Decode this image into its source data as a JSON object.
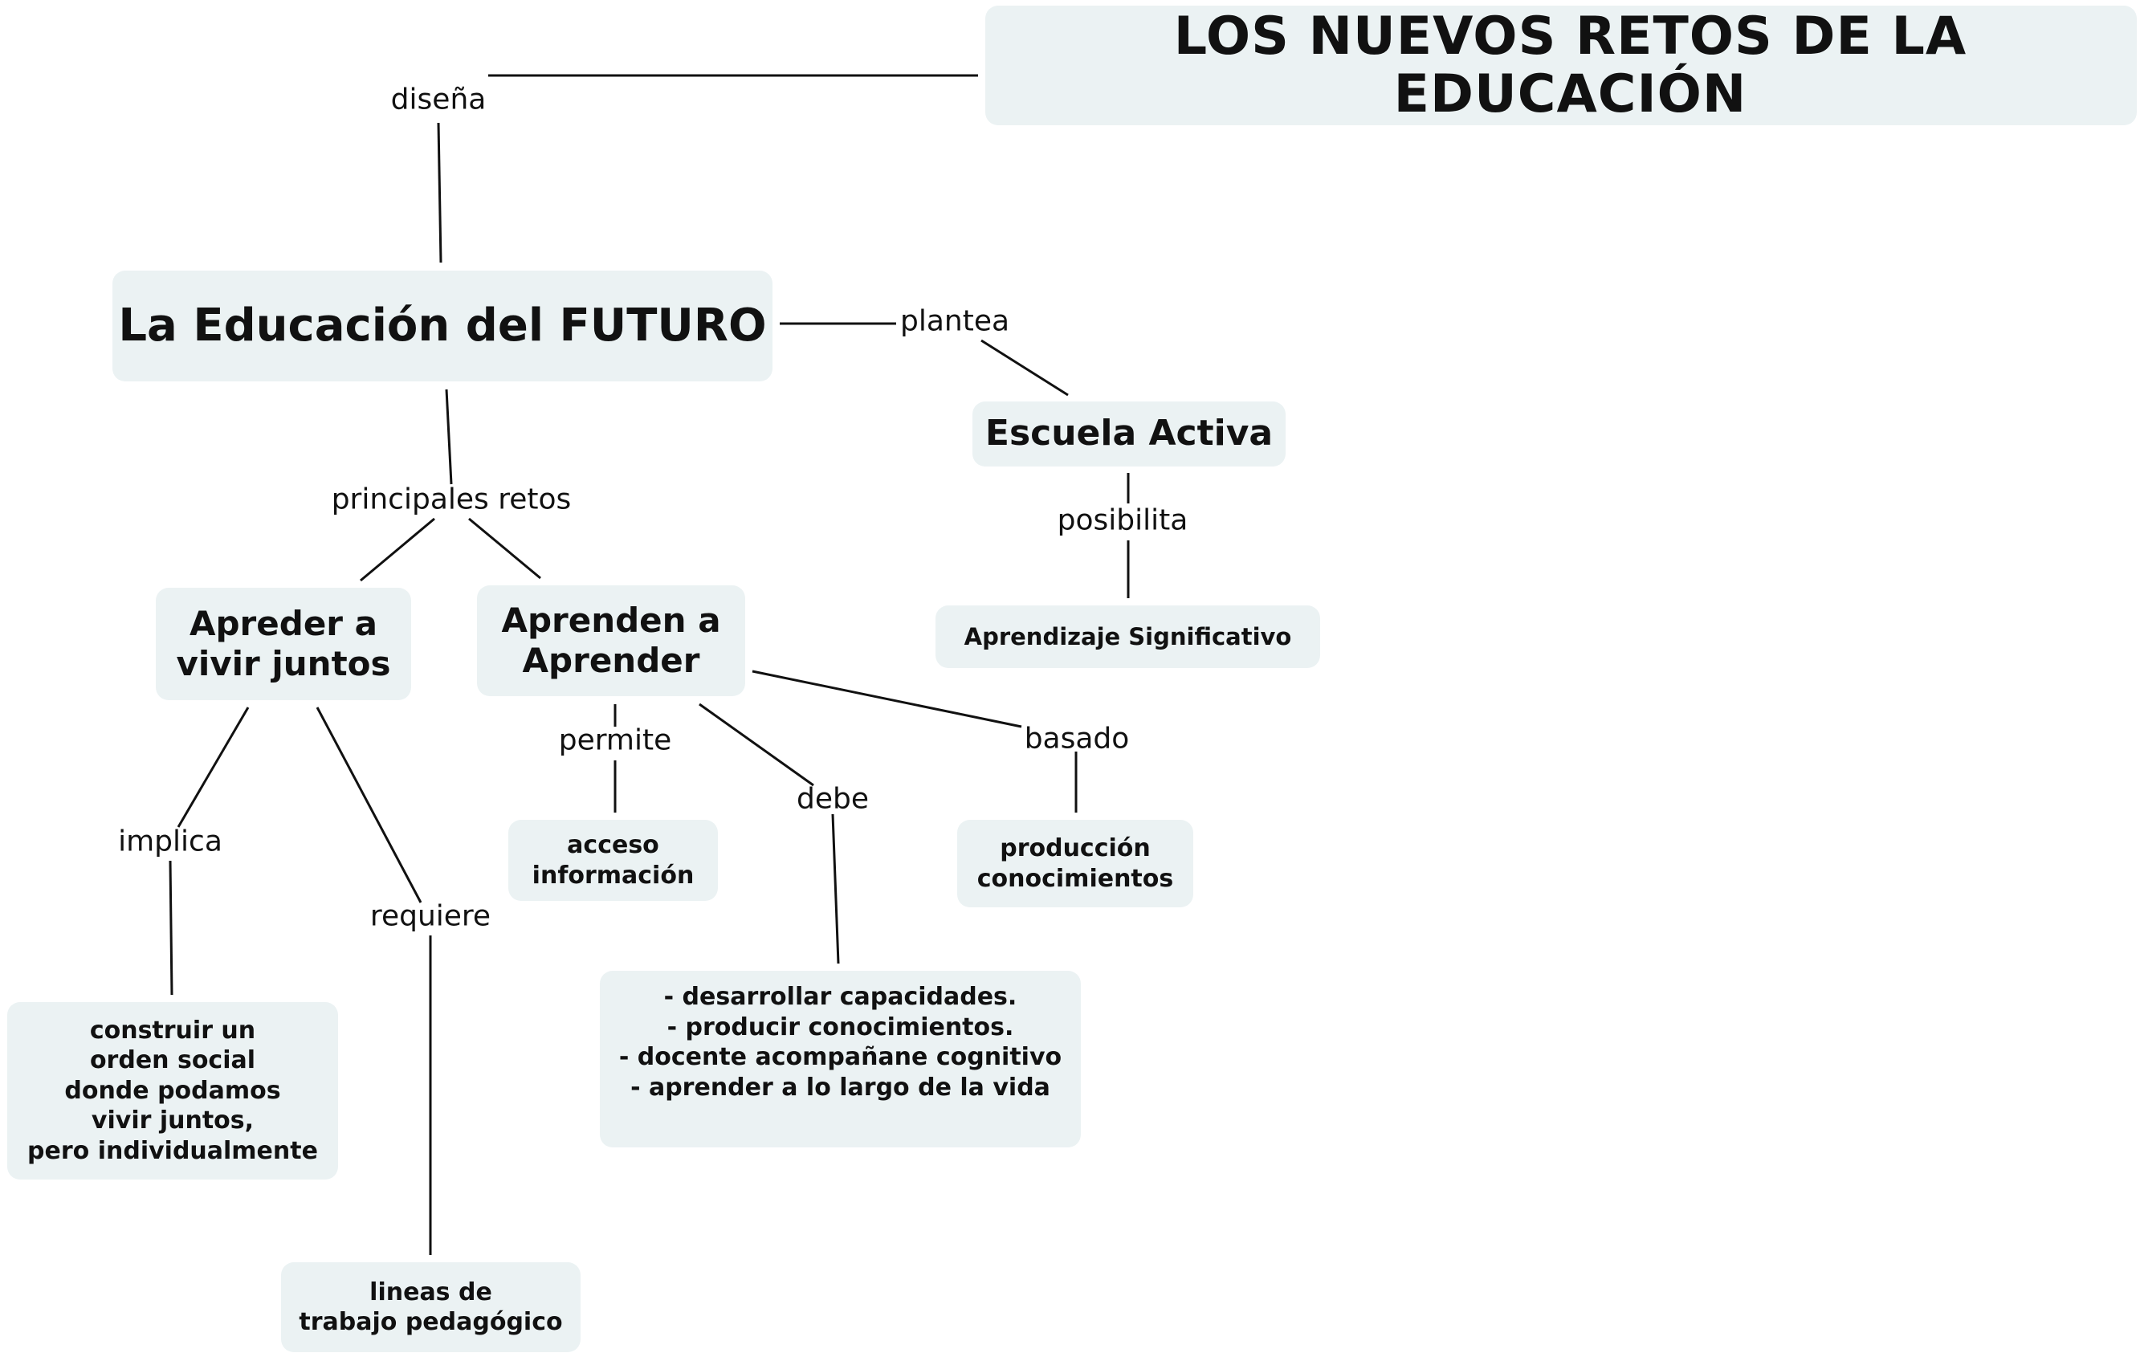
{
  "diagram": {
    "title": "LOS NUEVOS RETOS DE LA EDUCACIÓN",
    "nodes": {
      "futuro": "La Educación del FUTURO",
      "escuela_activa": "Escuela Activa",
      "aprendizaje_significativo": "Aprendizaje Significativo",
      "vivir_juntos": "Apreder a\nvivir juntos",
      "aprender_aprender": "Aprenden a\nAprender",
      "acceso_informacion": "acceso\ninformación",
      "produccion_conocimientos": "producción\nconocimientos",
      "capacidades": "- desarrollar capacidades.\n- producir conocimientos.\n- docente acompañane cognitivo\n- aprender a lo largo de la vida",
      "orden_social": "construir un\norden social\ndonde podamos\nvivir juntos,\npero individualmente",
      "lineas_trabajo": "lineas de\ntrabajo pedagógico"
    },
    "links": {
      "disena": "diseña",
      "plantea": "plantea",
      "principales_retos": "principales retos",
      "posibilita": "posibilita",
      "permite": "permite",
      "basado": "basado",
      "debe": "debe",
      "implica": "implica",
      "requiere": "requiere"
    },
    "colors": {
      "node_fill": "#ebf2f3",
      "text": "#111111",
      "line": "#111111",
      "background": "#ffffff"
    }
  }
}
